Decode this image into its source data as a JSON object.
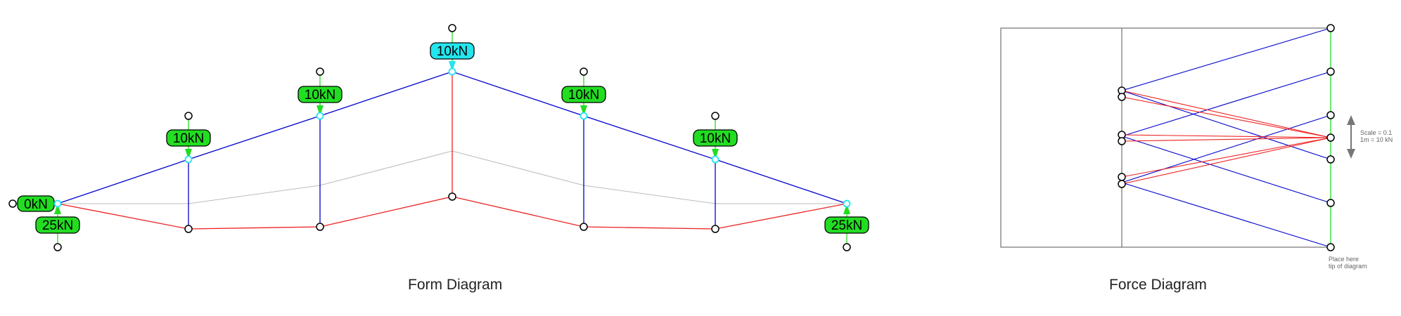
{
  "form_diagram": {
    "title": "Form Diagram",
    "load_labels": [
      "0kN",
      "10kN",
      "10kN",
      "10kN",
      "10kN",
      "10kN"
    ],
    "reaction_labels": [
      "25kN",
      "25kN"
    ],
    "highlighted_load_label": "10kN"
  },
  "force_diagram": {
    "title": "Force Diagram",
    "scale_line1": "Scale = 0.1",
    "scale_line2": "1m = 10 kN",
    "hint_line1": "Place here",
    "hint_line2": "tip of diagram"
  },
  "colors": {
    "compression": "#0000cc",
    "tension": "#ee2222",
    "load": "#22dd22",
    "selected": "#22e5ee",
    "guide": "#bbbbbb"
  }
}
